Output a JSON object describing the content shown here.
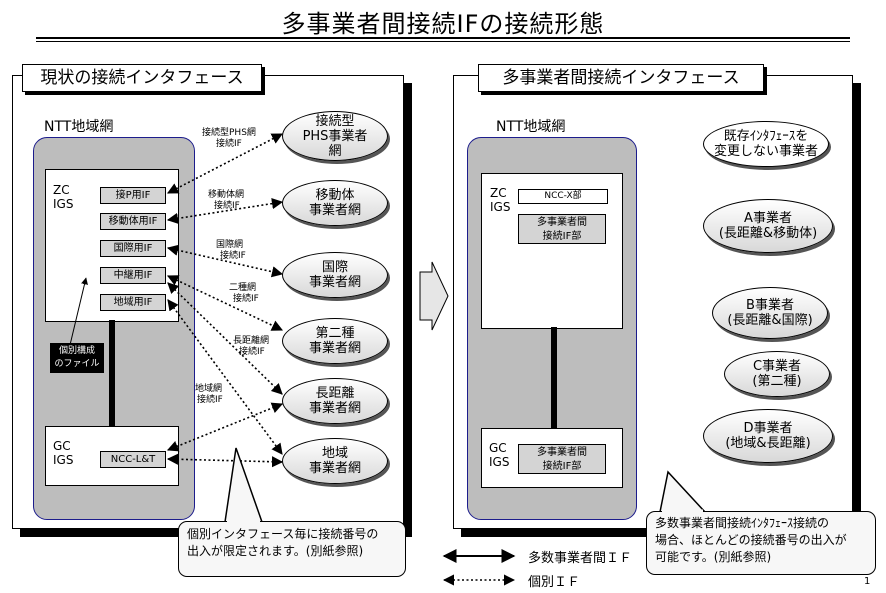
{
  "title": "多事業者間接続IFの接続形態",
  "left": {
    "tab": "現状の接続インタフェース",
    "network": "NTT地域網",
    "zc": {
      "line1": "ZC",
      "line2": "IGS"
    },
    "gc": {
      "line1": "GC",
      "line2": "IGS"
    },
    "if_boxes": [
      "接P用IF",
      "移動体用IF",
      "国際用IF",
      "中継用IF",
      "地域用IF"
    ],
    "gc_if": "NCC-L&T",
    "file_label": {
      "line1": "個別構成",
      "line2": "のファイル"
    },
    "carriers": [
      {
        "line1": "接続型",
        "line2": "PHS事業者",
        "line3": "網"
      },
      {
        "line1": "移動体",
        "line2": "事業者網"
      },
      {
        "line1": "国際",
        "line2": "事業者網"
      },
      {
        "line1": "第二種",
        "line2": "事業者網"
      },
      {
        "line1": "長距離",
        "line2": "事業者網"
      },
      {
        "line1": "地域",
        "line2": "事業者網"
      }
    ],
    "link_labels": [
      {
        "line1": "接続型PHS網",
        "line2": "接続IF"
      },
      {
        "line1": "移動体網",
        "line2": "接続IF"
      },
      {
        "line1": "国際網",
        "line2": "接続IF"
      },
      {
        "line1": "二種網",
        "line2": "接続IF"
      },
      {
        "line1": "長距離網",
        "line2": "接続IF"
      },
      {
        "line1": "地域網",
        "line2": "接続IF"
      }
    ],
    "callout": {
      "line1": "個別インタフェース毎に接続番号の",
      "line2": "出入が限定されます。(別紙参照)"
    }
  },
  "right": {
    "tab": "多事業者間接続インタフェース",
    "network": "NTT地域網",
    "zc": {
      "line1": "ZC",
      "line2": "IGS"
    },
    "gc": {
      "line1": "GC",
      "line2": "IGS"
    },
    "ncc_box": "NCC-X部",
    "multi_if": {
      "line1": "多事業者間",
      "line2": "接続IF部"
    },
    "gc_multi_if": {
      "line1": "多事業者間",
      "line2": "接続IF部"
    },
    "carriers": [
      {
        "line1": "既存ｲﾝﾀﾌｪｰｽを",
        "line2": "変更しない事業者"
      },
      {
        "line1": "A事業者",
        "line2": "(長距離&移動体)"
      },
      {
        "line1": "B事業者",
        "line2": "(長距離&国際)"
      },
      {
        "line1": "C事業者",
        "line2": "(第二種)"
      },
      {
        "line1": "D事業者",
        "line2": "(地域&長距離)"
      }
    ],
    "callout": {
      "line1": "多数事業者間接続ｲﾝﾀﾌｪｰｽ接続の",
      "line2": "場合、ほとんどの接続番号の出入が",
      "line3": "可能です。(別紙参照)"
    }
  },
  "legend": {
    "multi": "多数事業者間ＩＦ",
    "individual": "個別ＩＦ"
  },
  "page_number": "1"
}
